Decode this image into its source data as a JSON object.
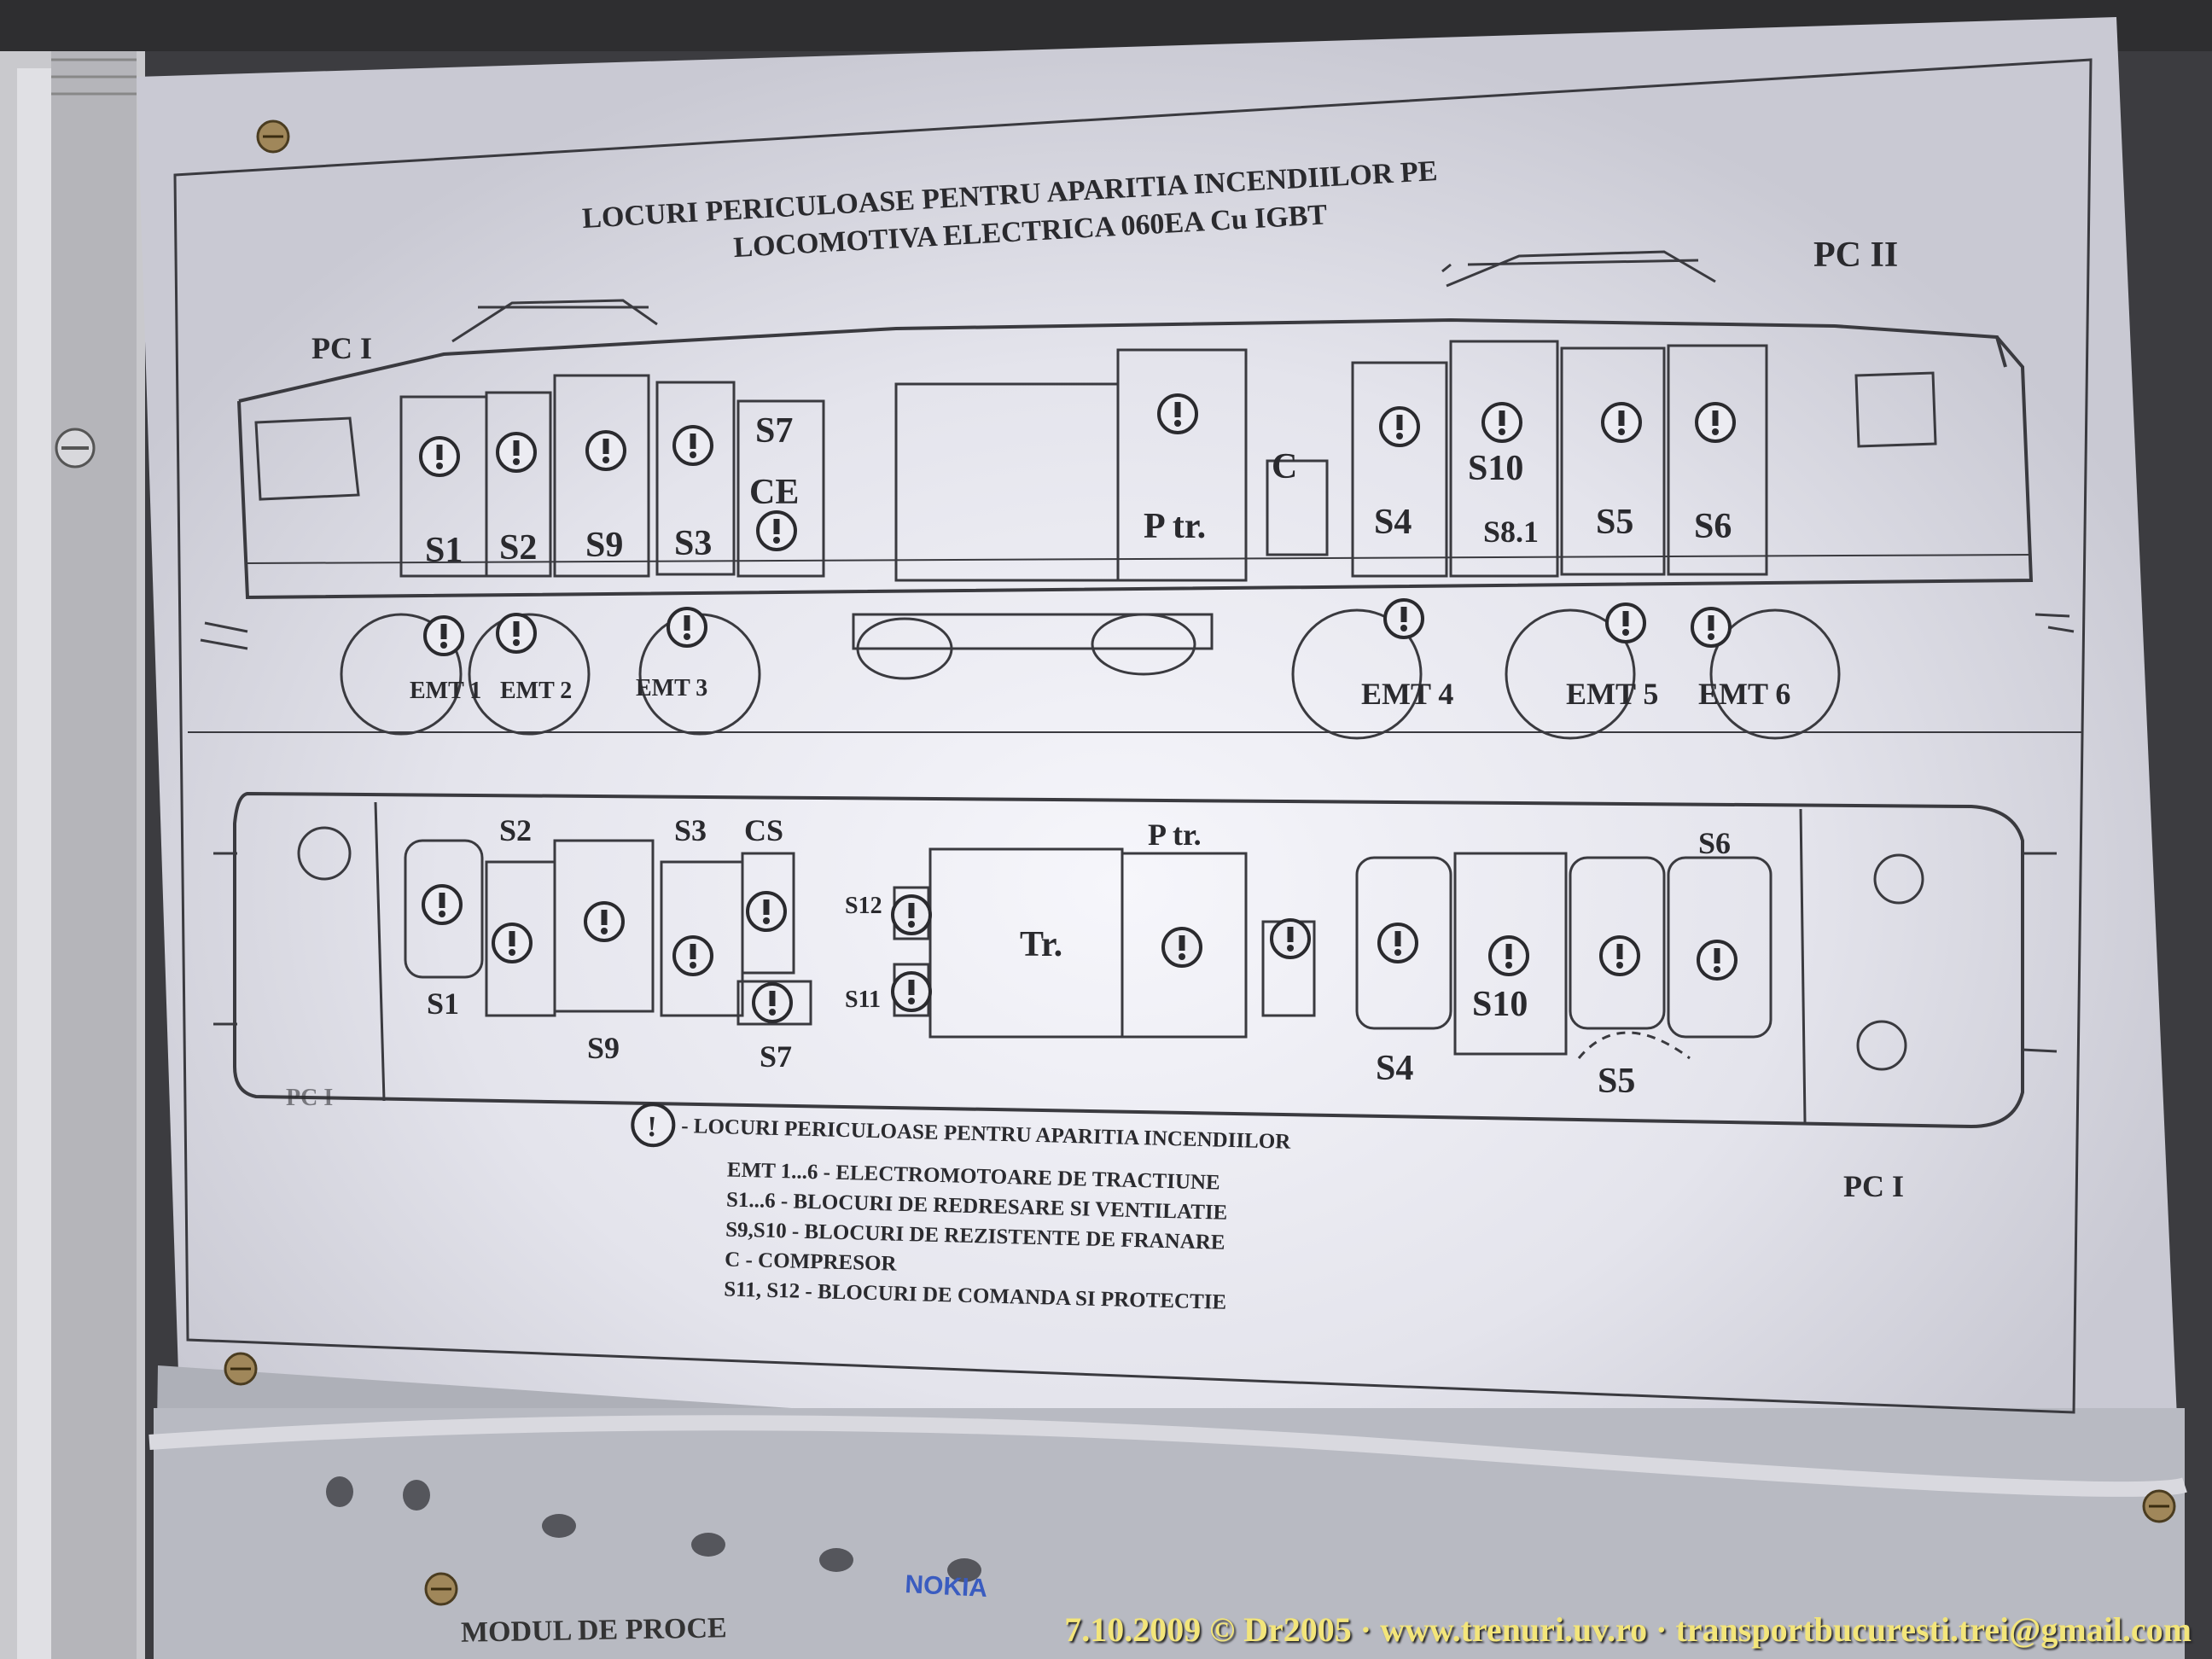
{
  "poster": {
    "title_line1": "LOCURI PERICULOASE PENTRU APARITIA INCENDIILOR PE",
    "title_line2": "LOCOMOTIVA  ELECTRICA 060EA  Cu IGBT",
    "cab_left_side_view": "PC I",
    "cab_right_side_view": "PC II",
    "cab_left_top_view": "PC I",
    "cab_right_top_view": "PC I"
  },
  "side_view": {
    "blocks": [
      "S1",
      "S2",
      "S9",
      "S3",
      "S7",
      "CE",
      "P tr.",
      "C",
      "S4",
      "S10",
      "S8.1",
      "S5",
      "S6"
    ],
    "motors": [
      "EMT 1",
      "EMT 2",
      "EMT 3",
      "EMT 4",
      "EMT 5",
      "EMT 6"
    ]
  },
  "top_view": {
    "labels": [
      "S2",
      "S3",
      "CS",
      "P tr.",
      "S6",
      "S12",
      "S11",
      "Tr.",
      "S1",
      "S9",
      "S7",
      "S4",
      "S10",
      "S5"
    ]
  },
  "legend": {
    "symbol": "!",
    "items": [
      "- LOCURI PERICULOASE PENTRU APARITIA INCENDIILOR",
      "EMT 1...6 - ELECTROMOTOARE DE TRACTIUNE",
      "S1...6 - BLOCURI DE REDRESARE SI VENTILATIE",
      "S9,S10 - BLOCURI DE REZISTENTE DE FRANARE",
      "C - COMPRESOR",
      "S11, S12 - BLOCURI DE COMANDA SI PROTECTIE"
    ]
  },
  "sheet_protector_brand": "NOKIA",
  "bottom_document_text": "MODUL  DE  PROCE",
  "watermark": "7.10.2009 © Dr2005 · www.trenuri.uv.ro · transportbucuresti.trei@gmail.com",
  "colors": {
    "paper": "#e6e6ee",
    "ink": "#2a2a2e",
    "watermark": "#f3e57a"
  }
}
